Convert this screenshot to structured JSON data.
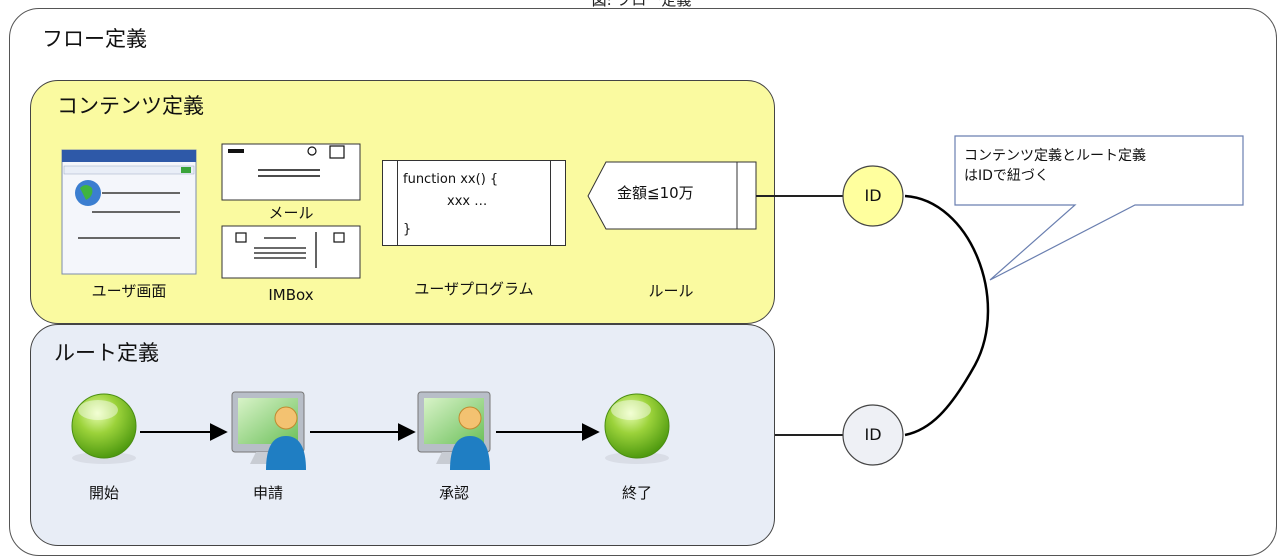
{
  "caption": "図: フロー定義",
  "flow": {
    "title": "フロー定義"
  },
  "content_def": {
    "title": "コンテンツ定義",
    "items": {
      "user_screen": "ユーザ画面",
      "mail": "メール",
      "imbox": "IMBox",
      "user_program": "ユーザプログラム",
      "rule": "ルール"
    },
    "code_lines": [
      "function xx() {",
      "xxx …",
      "}"
    ],
    "rule_text": "金額≦10万"
  },
  "route_def": {
    "title": "ルート定義",
    "nodes": [
      "開始",
      "申請",
      "承認",
      "終了"
    ]
  },
  "ids": {
    "top": "ID",
    "bottom": "ID"
  },
  "callout": {
    "line1": "コンテンツ定義とルート定義",
    "line2": "はIDで紐づく"
  },
  "colors": {
    "content_bg": "#fafaa0",
    "route_bg": "#e8edf6",
    "id_top_fill": "#ffff9e",
    "id_bottom_fill": "#eef0f5"
  }
}
